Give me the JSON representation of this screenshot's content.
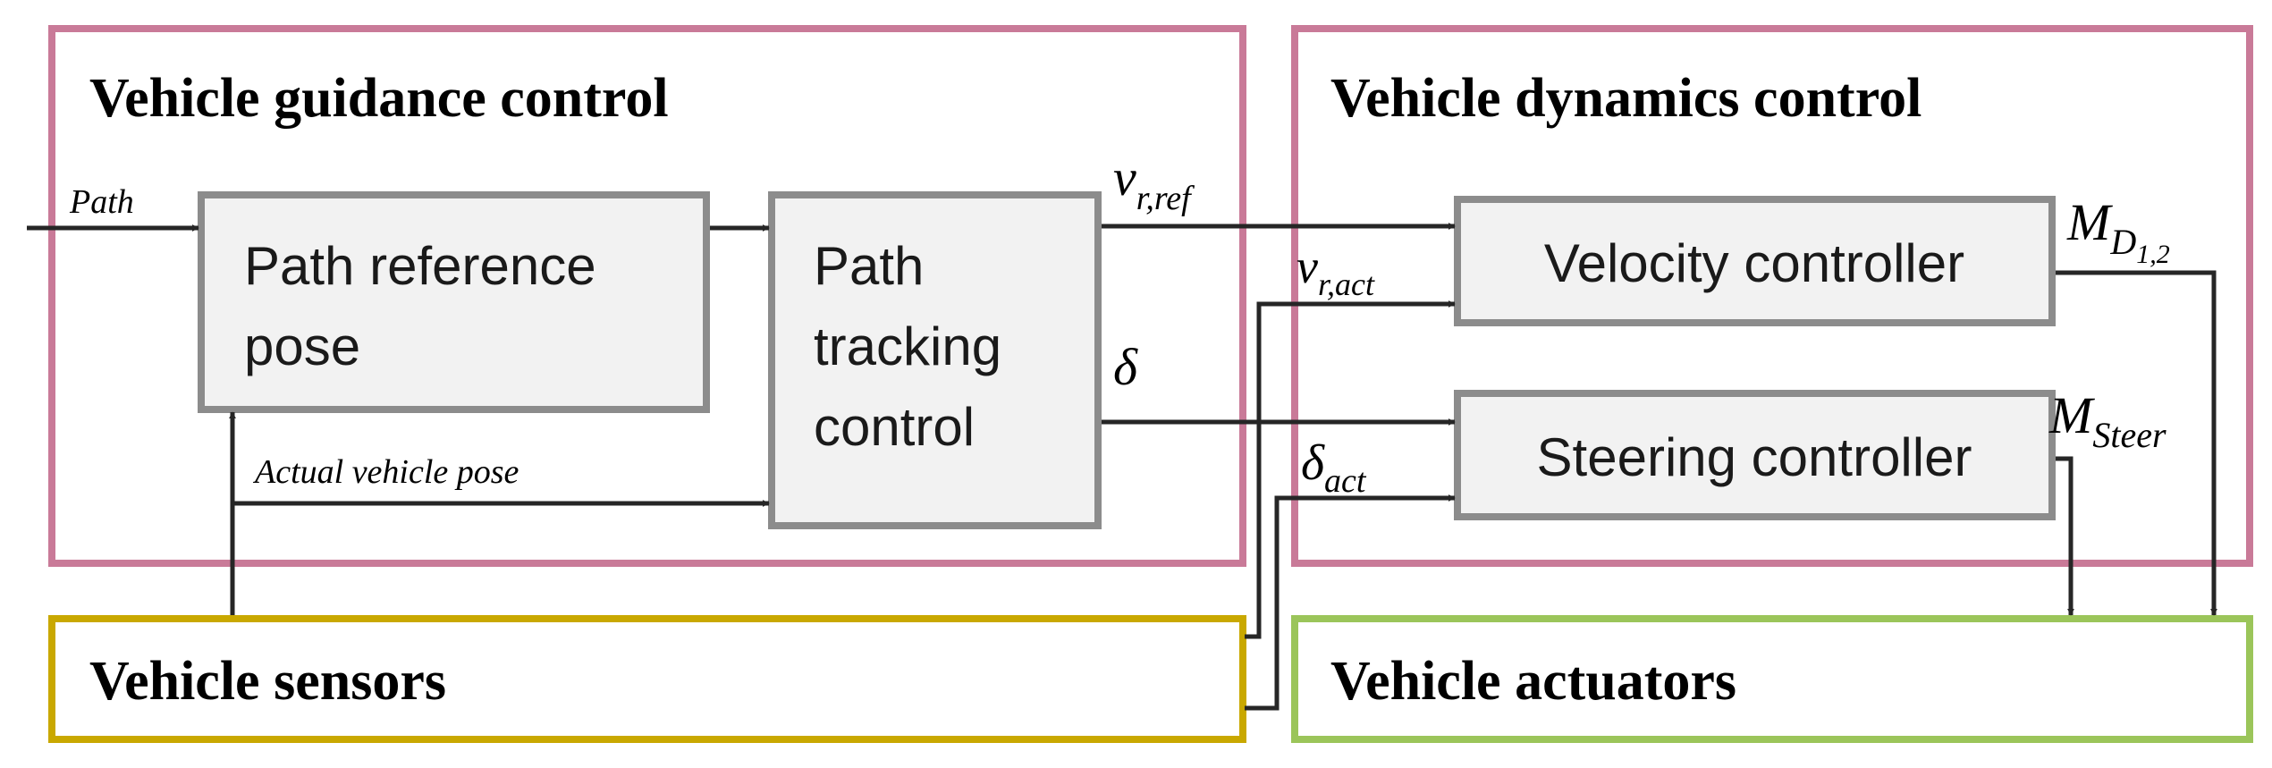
{
  "colors": {
    "control_frame": "#C97A98",
    "sensors_frame": "#C9A800",
    "actuators_frame": "#9BC55A",
    "block_fill": "#F2F2F2",
    "block_border": "#8C8C8C",
    "wire": "#262626"
  },
  "groups": {
    "guidance": "Vehicle guidance control",
    "dynamics": "Vehicle dynamics control",
    "sensors": "Vehicle sensors",
    "actuators": "Vehicle actuators"
  },
  "blocks": {
    "path_reference": [
      "Path reference",
      "pose"
    ],
    "path_tracking": [
      "Path",
      "tracking",
      "control"
    ],
    "velocity": "Velocity controller",
    "steering": "Steering controller"
  },
  "signals": {
    "path": "Path",
    "actual_pose": "Actual vehicle pose",
    "v_ref": {
      "base": "v",
      "sub": "r,ref"
    },
    "v_act": {
      "base": "v",
      "sub": "r,act"
    },
    "delta": {
      "base": "δ",
      "sub": ""
    },
    "delta_act": {
      "base": "δ",
      "sub": "act"
    },
    "m_drive": {
      "base": "M",
      "sub": "D",
      "subsub": "1,2"
    },
    "m_steer": {
      "base": "M",
      "sub": "Steer"
    }
  }
}
